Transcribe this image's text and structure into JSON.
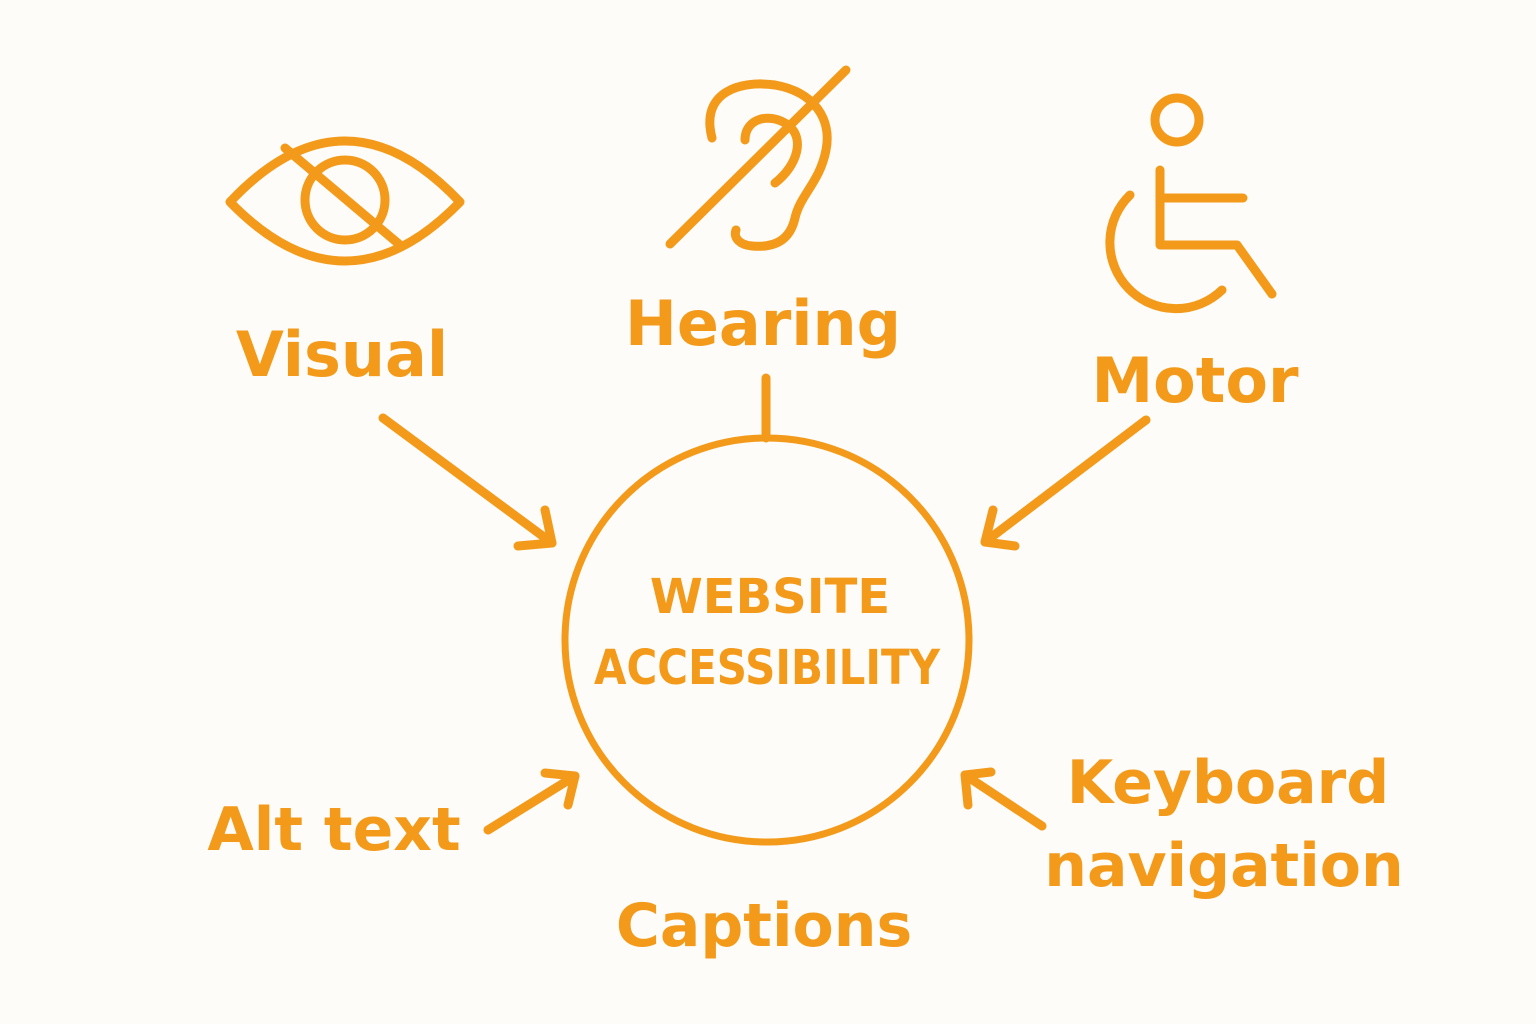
{
  "diagram": {
    "center": {
      "line1": "WEBSITE",
      "line2": "ACCESSIBILITY"
    },
    "categories": [
      {
        "id": "visual",
        "label": "Visual",
        "icon": "eye-slash-icon"
      },
      {
        "id": "hearing",
        "label": "Hearing",
        "icon": "ear-slash-icon"
      },
      {
        "id": "motor",
        "label": "Motor",
        "icon": "wheelchair-icon"
      }
    ],
    "features": [
      {
        "id": "alt-text",
        "label": "Alt text"
      },
      {
        "id": "captions",
        "label": "Captions"
      },
      {
        "id": "keyboard",
        "line1": "Keyboard",
        "line2": "navigation"
      }
    ]
  },
  "colors": {
    "accent": "#f39a1b",
    "background": "#fdfcf8"
  }
}
